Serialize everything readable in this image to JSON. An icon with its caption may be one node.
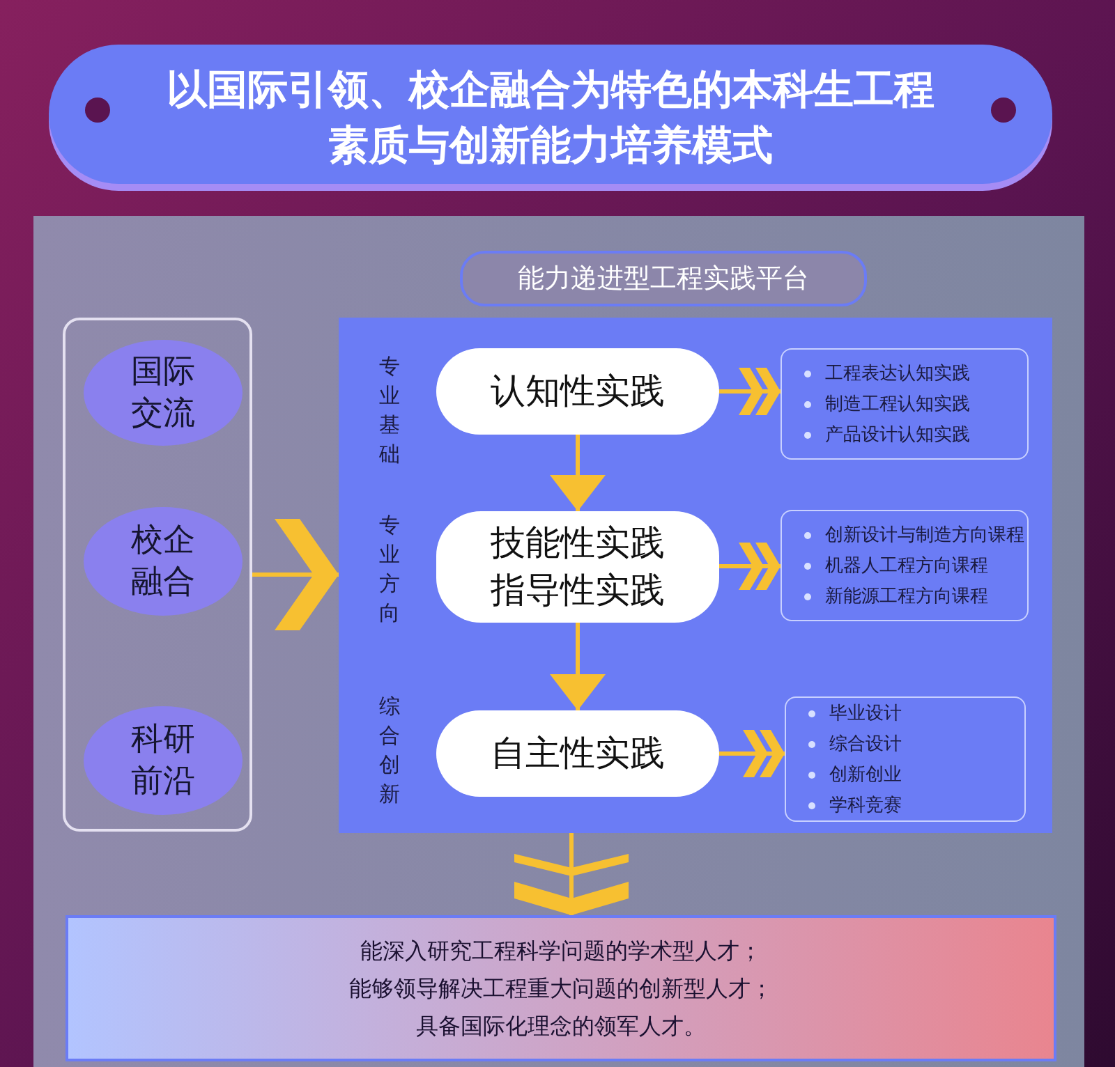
{
  "diagram": {
    "title": "以国际引领、校企融合为特色的本科生工程素质与创新能力培养模式",
    "nodes": [
      {
        "text": [],
        "shape": "box"
      },
      {
        "text": [
          "国际交流"
        ],
        "in": 0
      },
      {
        "text": [
          "校企融合"
        ],
        "in": 0
      },
      {
        "text": [
          "科研前沿"
        ],
        "in": 0
      },
      {
        "text": [
          "能力递进型工程实践平台"
        ]
      },
      {
        "text": [],
        "shape": "box"
      },
      {
        "text": [
          "认知性实践"
        ],
        "in": 5
      },
      {
        "text": [
          "工程表达认知实践",
          "制造工程认知实践",
          "产品设计认知实践"
        ],
        "in": 5
      },
      {
        "text": [
          "技能性实践",
          "指导性实践"
        ],
        "in": 5
      },
      {
        "text": [
          "创新设计与制造方向课程",
          "机器人工程方向课程",
          "新能源工程方向课程"
        ],
        "in": 5
      },
      {
        "text": [
          "自主性实践"
        ],
        "in": 5
      },
      {
        "text": [
          "毕业设计",
          "综合设计",
          "创新创业",
          "学科竞赛"
        ],
        "in": 5
      },
      {
        "text": [
          "能深入研究工程科学问题的学术型人才；",
          "能够领导解决工程重大问题的创新型人才；",
          "具备国际化理念的领军人才。"
        ]
      }
    ],
    "edges": [
      {
        "from": 0,
        "to": 5,
        "arrow": "to"
      },
      {
        "from": 6,
        "to": 7,
        "arrow": "to"
      },
      {
        "from": 8,
        "to": 9,
        "arrow": "to"
      },
      {
        "from": 10,
        "to": 11,
        "arrow": "to"
      },
      {
        "from": 6,
        "to": 8,
        "arrow": "to"
      },
      {
        "from": 8,
        "to": 10,
        "arrow": "to"
      },
      {
        "from": 5,
        "to": 12,
        "arrow": "to"
      }
    ],
    "labels": [
      "专业基础",
      "专业方向",
      "综合创新"
    ]
  }
}
